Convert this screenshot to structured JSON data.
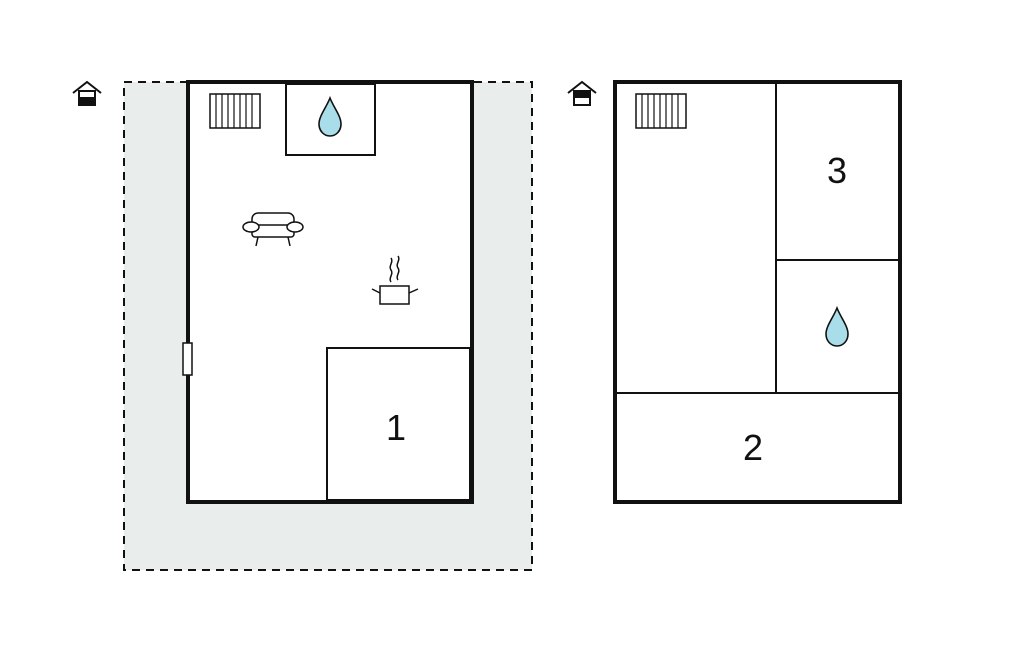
{
  "floors": [
    {
      "floor_icon": "house-floor-ground-icon",
      "features": [
        "radiator-icon",
        "water-drop-icon",
        "sofa-icon",
        "cooking-pot-icon",
        "door-icon"
      ],
      "rooms": [
        {
          "label": "1"
        }
      ]
    },
    {
      "floor_icon": "house-floor-upper-icon",
      "features": [
        "radiator-icon",
        "water-drop-icon"
      ],
      "rooms": [
        {
          "label": "2"
        },
        {
          "label": "3"
        }
      ]
    }
  ],
  "colors": {
    "wall": "#111111",
    "terrace_fill": "#e9eeed",
    "water": "#a9dde9"
  }
}
